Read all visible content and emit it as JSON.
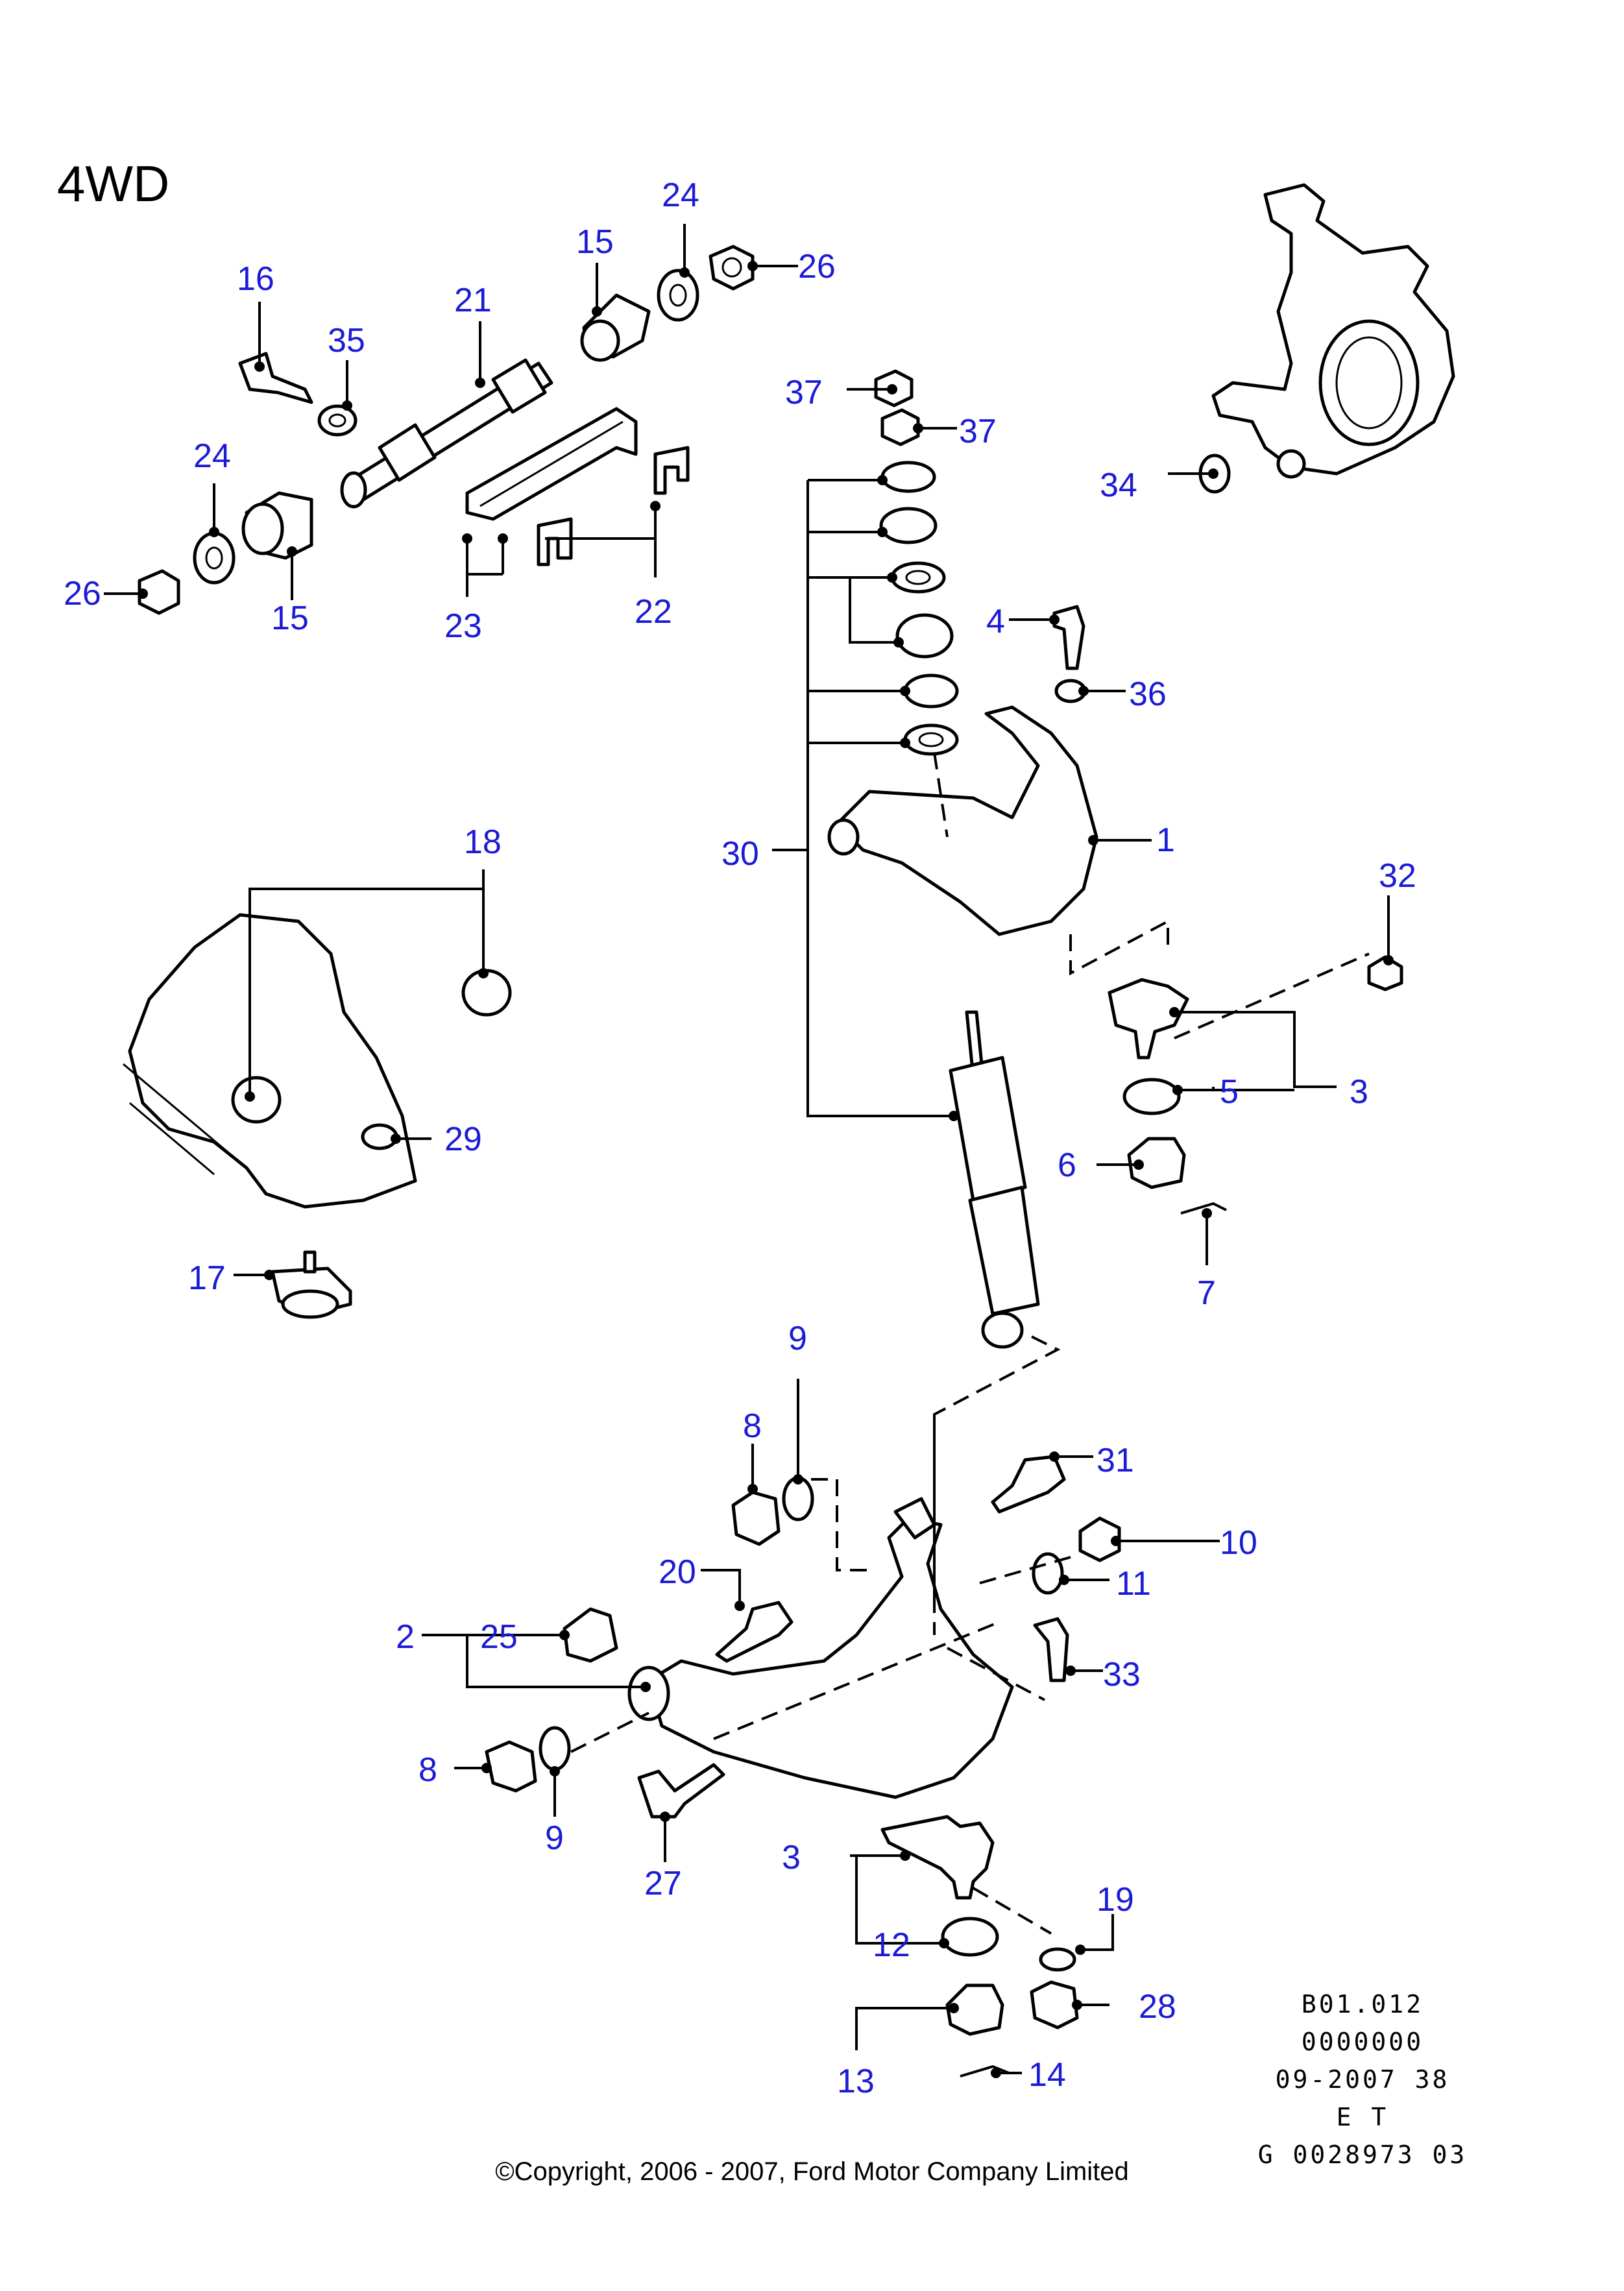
{
  "diagram": {
    "title": "4WD",
    "callouts": [
      "1",
      "2",
      "3",
      "3",
      "4",
      "5",
      "6",
      "7",
      "8",
      "8",
      "9",
      "9",
      "10",
      "11",
      "12",
      "13",
      "14",
      "15",
      "15",
      "16",
      "17",
      "18",
      "19",
      "20",
      "21",
      "22",
      "23",
      "24",
      "24",
      "25",
      "26",
      "26",
      "27",
      "28",
      "29",
      "30",
      "31",
      "32",
      "33",
      "34",
      "35",
      "36",
      "37",
      "37"
    ],
    "reference_code": [
      "B01.012",
      "0000000",
      "09-2007 38",
      "E T",
      "G 0028973 03"
    ],
    "copyright": "©Copyright, 2006 - 2007, Ford Motor Company Limited",
    "colors": {
      "callout": "#1b1bd6",
      "lines": "#000000",
      "background": "#ffffff"
    }
  }
}
